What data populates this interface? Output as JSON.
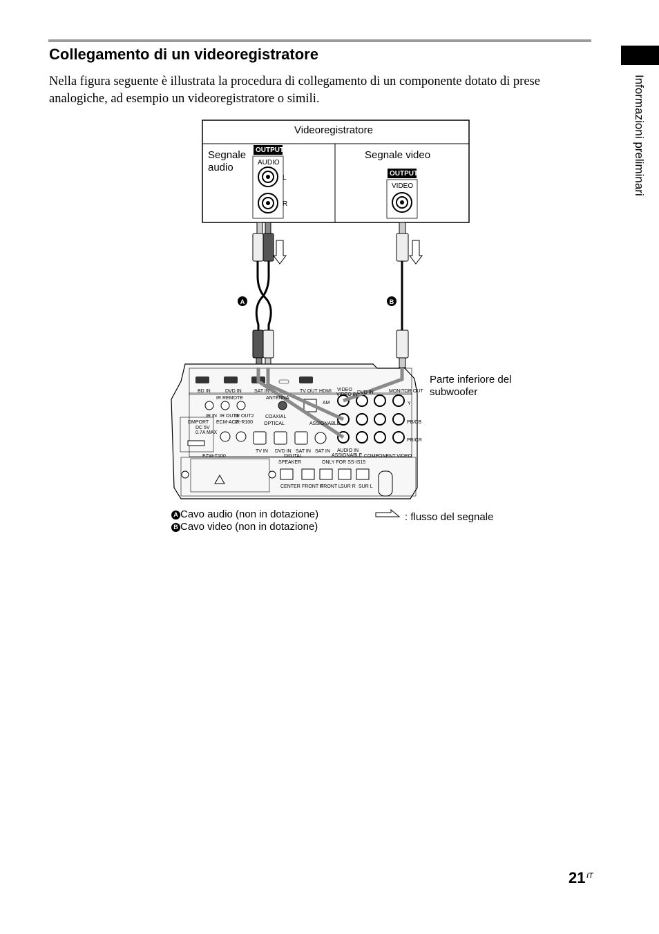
{
  "header": {
    "title": "Collegamento di un videoregistratore",
    "intro": "Nella figura seguente è illustrata la procedura di collegamento di un componente dotato di prese analogiche, ad esempio un videoregistratore o simili."
  },
  "side_tab": {
    "label": "Informazioni preliminari"
  },
  "diagram": {
    "device_label": "Videoregistratore",
    "audio_signal_label": "Segnale audio",
    "audio_signal_line1": "Segnale",
    "audio_signal_line2": "audio",
    "video_signal_label": "Segnale video",
    "output_badge": "OUTPUT",
    "audio_jack_label": "AUDIO",
    "left_label": "L",
    "right_label": "R",
    "video_jack_label": "VIDEO",
    "cable_a_marker": "A",
    "cable_b_marker": "B",
    "subwoofer_label_line1": "Parte inferiore del",
    "subwoofer_label_line2": "subwoofer",
    "panel": {
      "hdmi_labels": [
        "BD IN",
        "DVD IN",
        "SAT IN",
        "TV OUT"
      ],
      "hdmi_label": "HDMI",
      "ir_remote": "IR REMOTE",
      "ir_jacks": [
        "IR IN",
        "IR OUT1",
        "IR OUT2"
      ],
      "antenna": "ANTENNA",
      "am": "AM",
      "coaxial": "COAXIAL",
      "dmport": "DMPORT",
      "dc": "DC 5V",
      "ma": "0.7A MAX",
      "ecm": "ECM-AC2",
      "irr": "IR-R100",
      "optical": "OPTICAL",
      "assignable": "ASSIGNABLE",
      "optical_jacks": [
        "TV IN",
        "DVD IN",
        "SAT IN",
        "SAT IN"
      ],
      "ezw": "EZW-T100",
      "digital": "DIGITAL",
      "video": "VIDEO",
      "video_in": "VIDEO IN",
      "audio_in": "AUDIO IN",
      "assignable2": "ASSIGNABLE",
      "dvd_in": "DVD IN",
      "monitor_out": "MONITOR OUT",
      "component_video": "COMPONENT VIDEO",
      "y": "Y",
      "pb": "PB/CB",
      "pr": "PR/CR",
      "speaker": "SPEAKER",
      "only_for": "ONLY FOR SS-IS15",
      "speaker_jacks": [
        "CENTER",
        "FRONT R",
        "FRONT L",
        "SUR R",
        "SUR L"
      ]
    }
  },
  "legend": {
    "cable_a": "Cavo audio (non in dotazione)",
    "cable_b": "Cavo video (non in dotazione)",
    "flow": ": flusso del segnale"
  },
  "footer": {
    "page_number": "21",
    "page_suffix": "IT"
  }
}
